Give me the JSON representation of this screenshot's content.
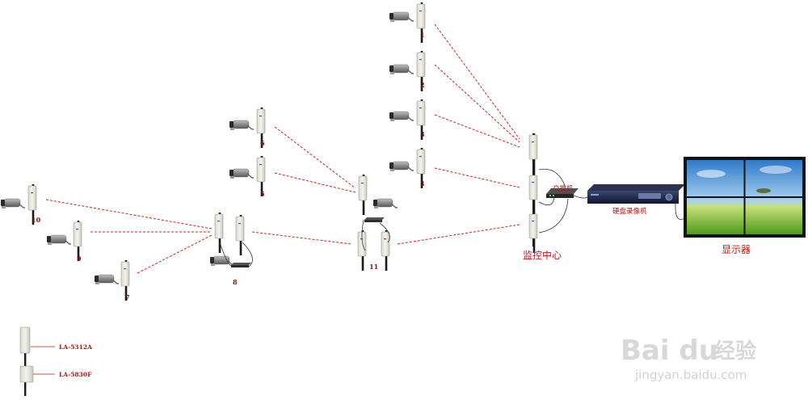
{
  "labels": {
    "center": "监控中心",
    "switch": "交换机",
    "nvr": "硬盘录像机",
    "display": "显示器"
  },
  "nodes": [
    "1",
    "2",
    "3",
    "4",
    "5",
    "6",
    "7",
    "8",
    "9",
    "10",
    "11"
  ],
  "legend": [
    {
      "model": "LA-5312A"
    },
    {
      "model": "LA-5830F"
    }
  ],
  "watermark": {
    "brand_latin": "Bai du",
    "brand_cn": "经验",
    "url": "jingyan.baidu.com"
  },
  "colors": {
    "link": "#d42020",
    "label": "#c01818",
    "pole": "#1a1a1a"
  }
}
